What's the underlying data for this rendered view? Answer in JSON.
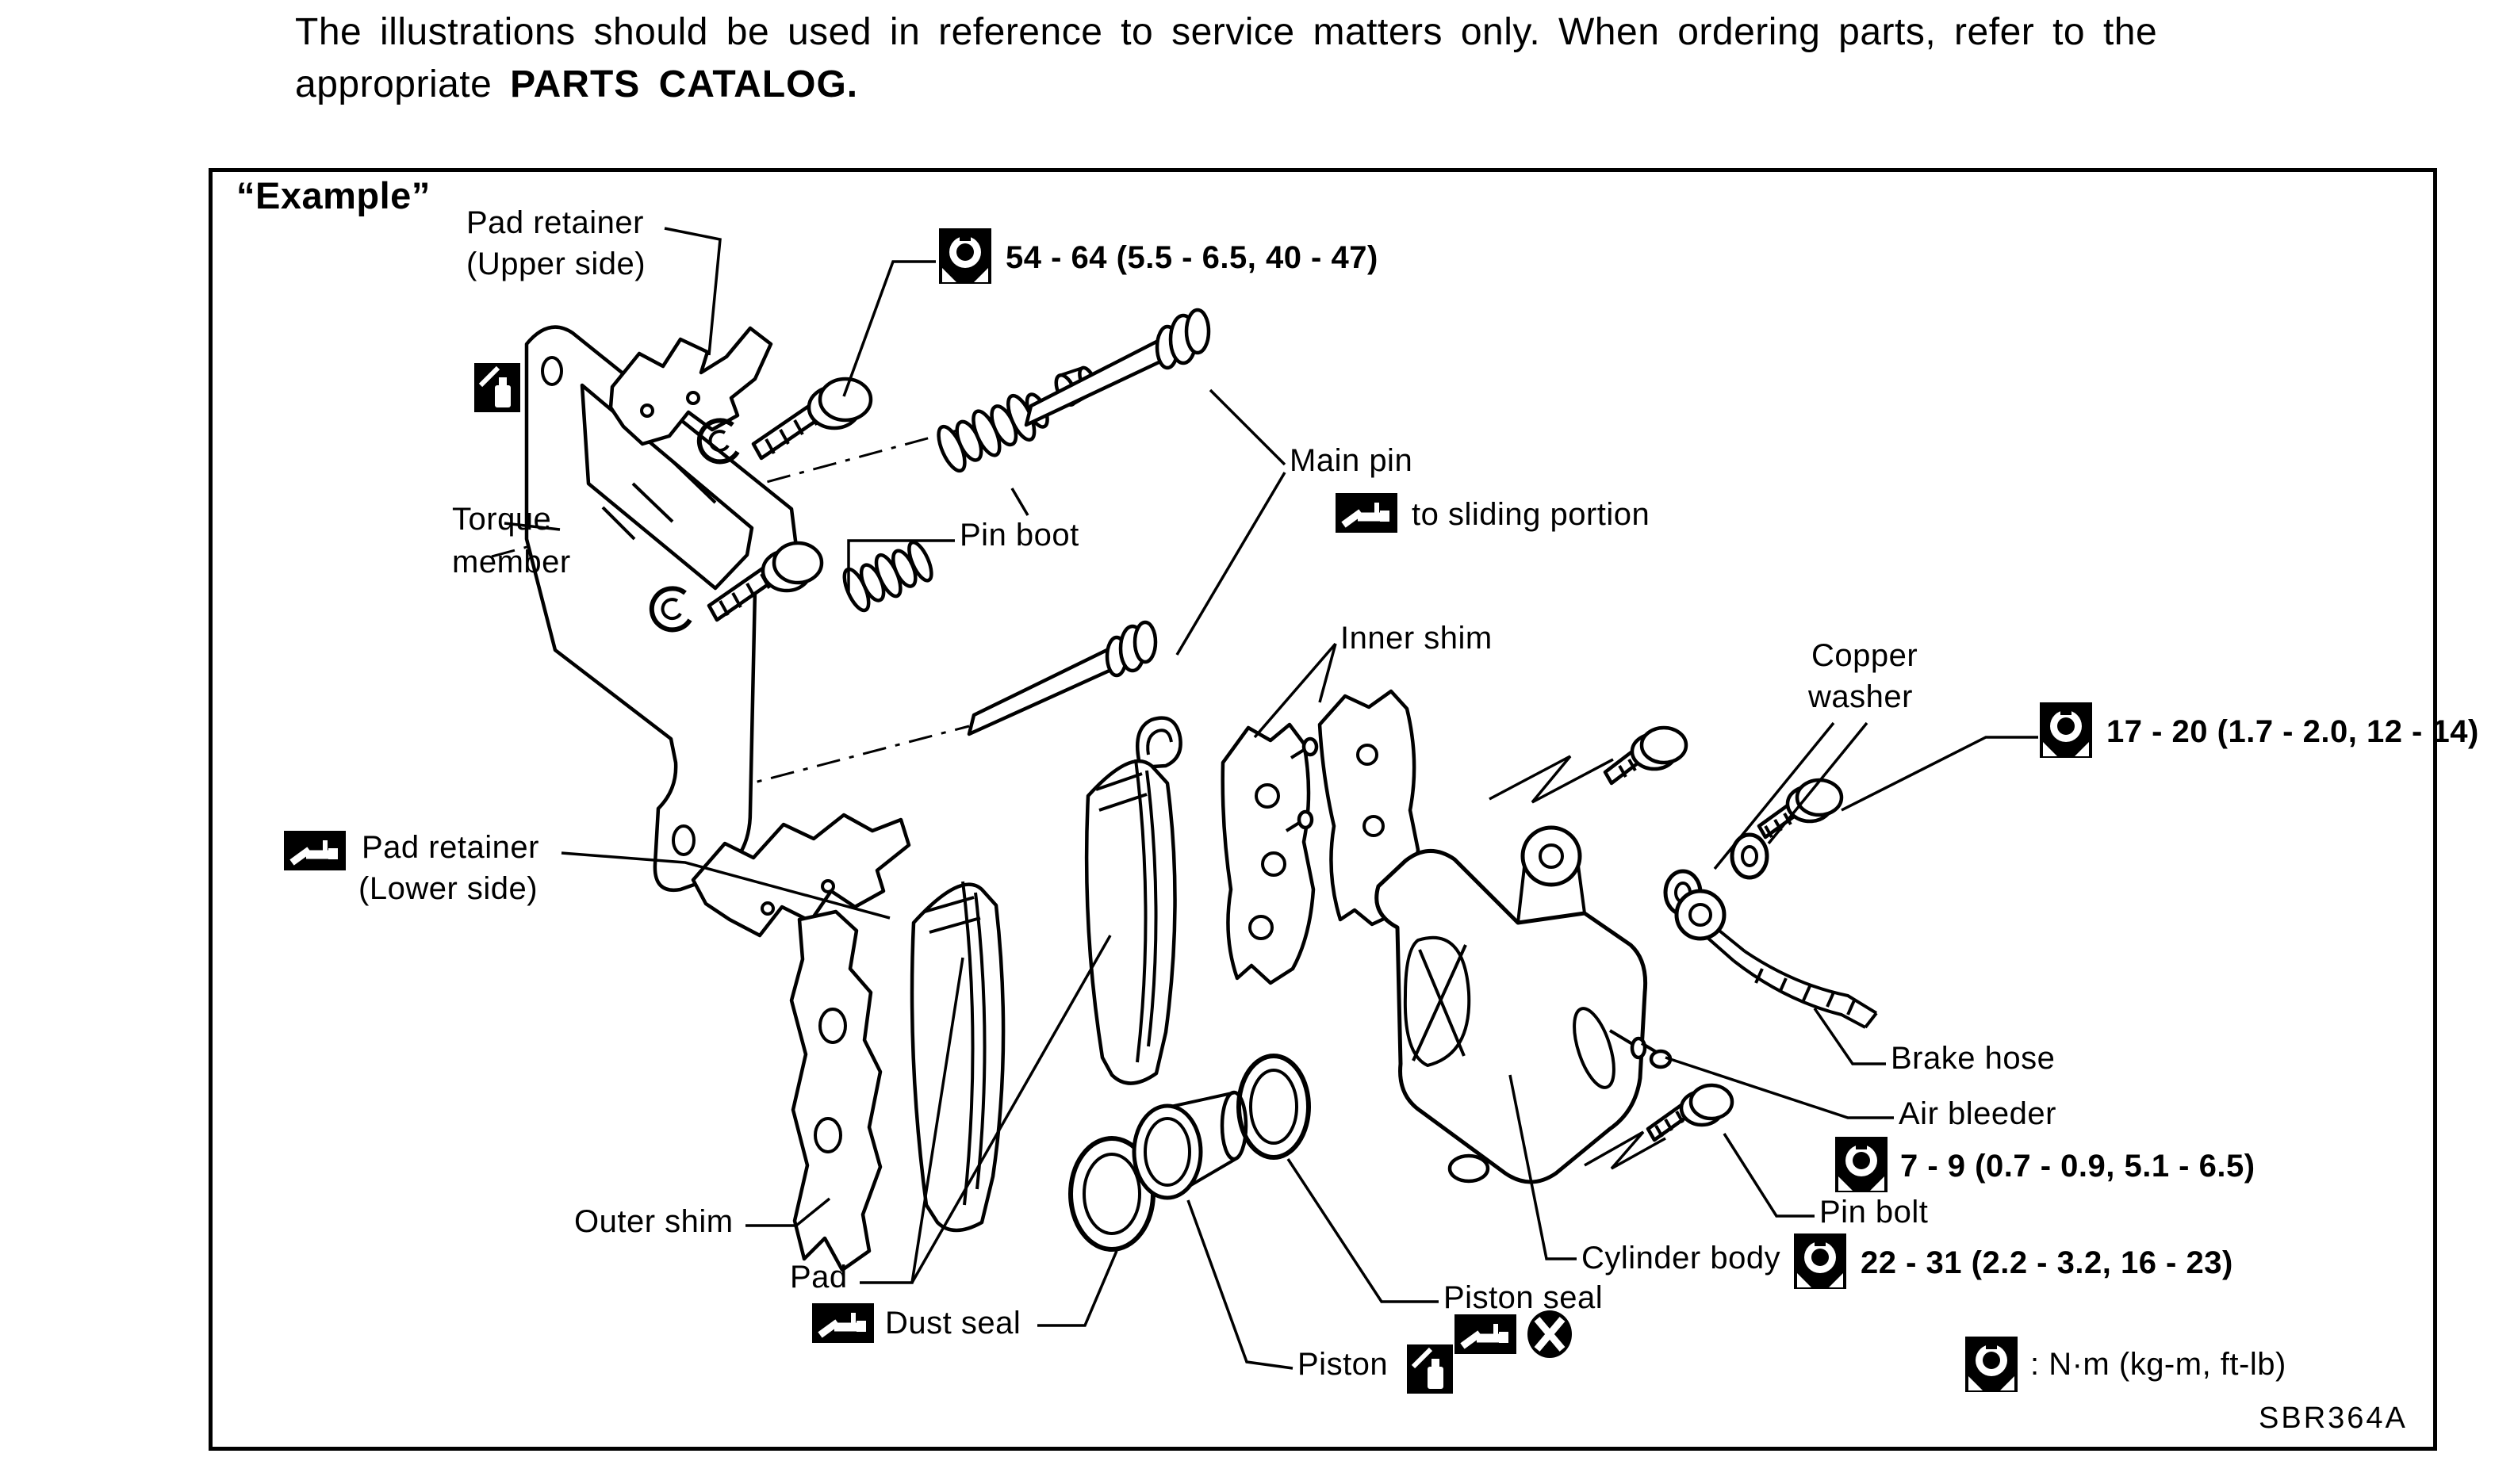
{
  "colors": {
    "ink": "#000000",
    "paper": "#ffffff"
  },
  "header": {
    "line1": "The illustrations should be used in reference to service matters only. When ordering parts, refer to the",
    "line2_normal": "appropriate ",
    "line2_bold": "PARTS CATALOG."
  },
  "figure": {
    "example_label": "“Example”",
    "code": "SBR364A",
    "legend_text": ":  N·m (kg-m, ft-lb)"
  },
  "labels": {
    "pad_retainer_upper_line1": "Pad retainer",
    "pad_retainer_upper_line2": "(Upper side)",
    "torque_member_line1": "Torque",
    "torque_member_line2": "member",
    "pin_boot": "Pin boot",
    "main_pin": "Main pin",
    "main_pin_note": "to sliding portion",
    "inner_shim": "Inner shim",
    "copper_washer_line1": "Copper",
    "copper_washer_line2": "washer",
    "pad_retainer_lower_line1": "Pad retainer",
    "pad_retainer_lower_line2": "(Lower side)",
    "outer_shim": "Outer shim",
    "pad": "Pad",
    "dust_seal": "Dust seal",
    "piston": "Piston",
    "piston_seal": "Piston seal",
    "cylinder_body": "Cylinder body",
    "brake_hose": "Brake hose",
    "air_bleeder": "Air bleeder",
    "pin_bolt": "Pin bolt"
  },
  "torque_specs": {
    "torque_member_bolt": "54 - 64 (5.5 - 6.5, 40 - 47)",
    "brake_hose_connector": "17 - 20 (1.7 - 2.0, 12 - 14)",
    "air_bleeder": "7 - 9 (0.7 - 0.9, 5.1 - 6.5)",
    "pin_bolt": "22 - 31 (2.2 - 3.2, 16 - 23)"
  },
  "icons": {
    "torque": "torque-wrench-symbol",
    "grease": "grease-symbol",
    "brake_fluid": "brake-fluid-symbol",
    "do_not_reuse": "do-not-reuse-symbol"
  }
}
